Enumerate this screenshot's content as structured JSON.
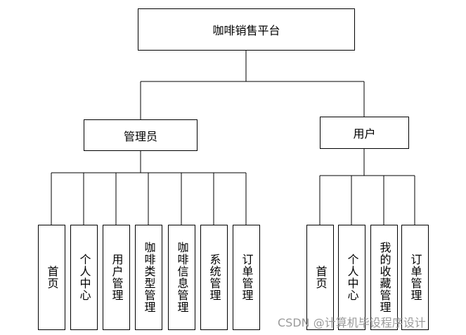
{
  "root": {
    "label": "咖啡销售平台"
  },
  "admin": {
    "label": "管理员",
    "children": [
      "首页",
      "个人中心",
      "用户管理",
      "咖啡类型管理",
      "咖啡信息管理",
      "系统管理",
      "订单管理"
    ]
  },
  "user": {
    "label": "用户",
    "children": [
      "首页",
      "个人中心",
      "我的收藏管理",
      "订单管理"
    ]
  },
  "watermark": "CSDN @计算机毕设程序设计"
}
